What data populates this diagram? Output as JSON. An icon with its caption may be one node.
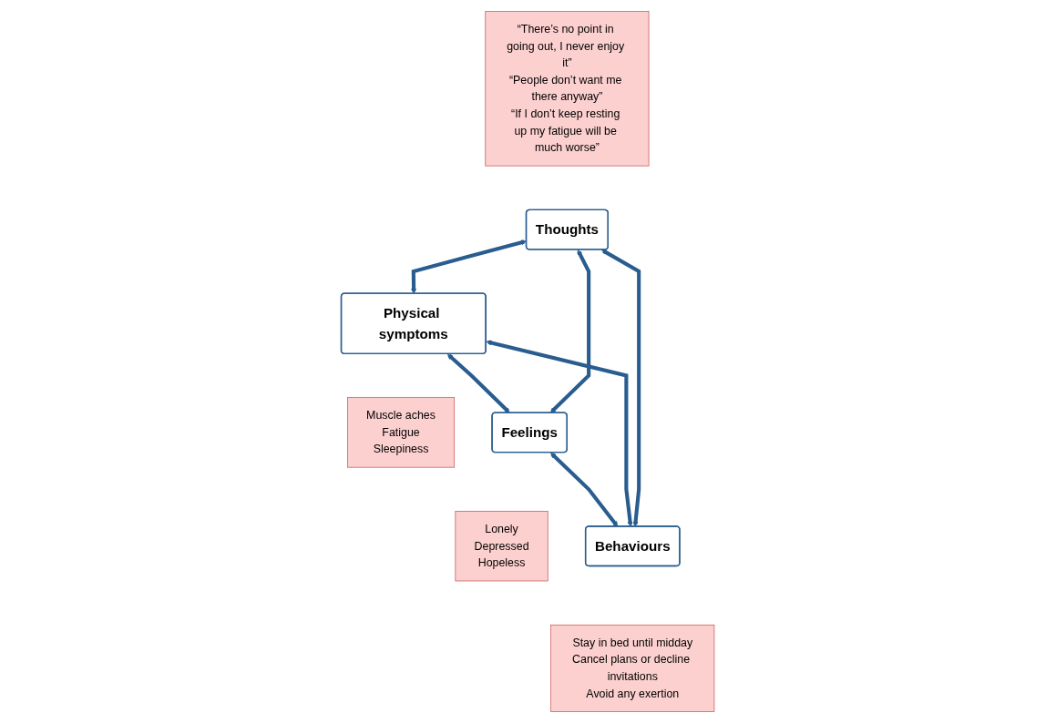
{
  "diagram": {
    "nodes": [
      {
        "text": [
          "“There’s no point in going out, I never enjoy it”",
          "“People don’t want me there anyway”",
          "“If I don’t keep resting up my fatigue will be much worse”"
        ]
      },
      {
        "text": [
          "Thoughts"
        ]
      },
      {
        "text": [
          "Muscle aches",
          "Fatigue",
          "Sleepiness"
        ]
      },
      {
        "text": [
          "Physical symptoms"
        ]
      },
      {
        "text": [
          "Feelings"
        ]
      },
      {
        "text": [
          "Lonely",
          "Depressed",
          "Hopeless"
        ]
      },
      {
        "text": [
          "Behaviours"
        ]
      },
      {
        "text": [
          "Stay in bed until midday",
          "Cancel plans or decline invitations",
          "Avoid any exertion"
        ]
      }
    ],
    "edges": [
      {
        "from": 1,
        "to": 3,
        "arrow": "both"
      },
      {
        "from": 1,
        "to": 4,
        "arrow": "both"
      },
      {
        "from": 1,
        "to": 6,
        "arrow": "both"
      },
      {
        "from": 3,
        "to": 4,
        "arrow": "both"
      },
      {
        "from": 3,
        "to": 6,
        "arrow": "both"
      },
      {
        "from": 4,
        "to": 6,
        "arrow": "both"
      }
    ]
  }
}
